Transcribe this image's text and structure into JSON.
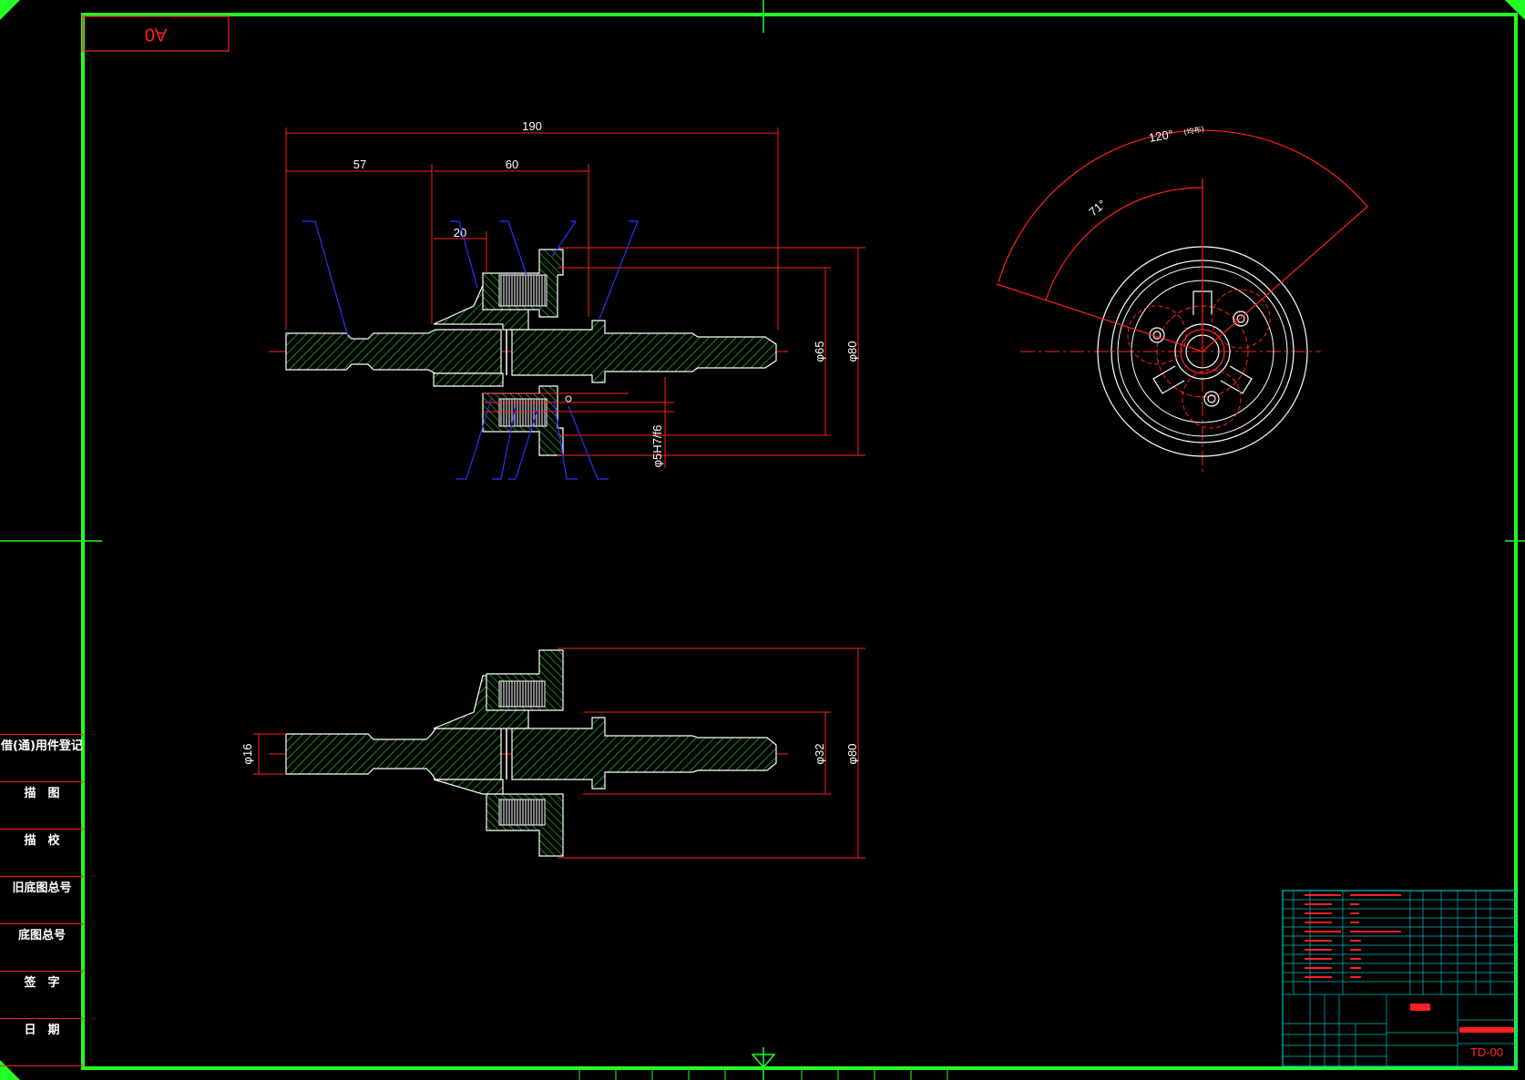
{
  "sheet": {
    "size_code": "A0",
    "frame_color": "#22ff22",
    "outline_color": "#ff2020",
    "hatch_color": "#22cc22",
    "leader_color": "#3030ff",
    "title_block_color": "#00c0c0"
  },
  "side_panel": {
    "rows": [
      "借(通)用件登记",
      "描　图",
      "描　校",
      "旧底图总号",
      "底图总号",
      "签　字",
      "日　期"
    ]
  },
  "view_top": {
    "dim_overall": "190",
    "dim_left": "57",
    "dim_mid": "60",
    "dim_short": "20",
    "dim_d65": "φ65",
    "dim_d80": "φ80",
    "dim_fit": "φ5H7/f6"
  },
  "view_bottom": {
    "dim_d16": "φ16",
    "dim_d32": "φ32",
    "dim_d80": "φ80"
  },
  "view_end": {
    "angle_outer": "120°",
    "angle_outer_note": "(均布)",
    "angle_inner": "71°"
  },
  "title_block": {
    "drawing_no": "TD-00"
  }
}
